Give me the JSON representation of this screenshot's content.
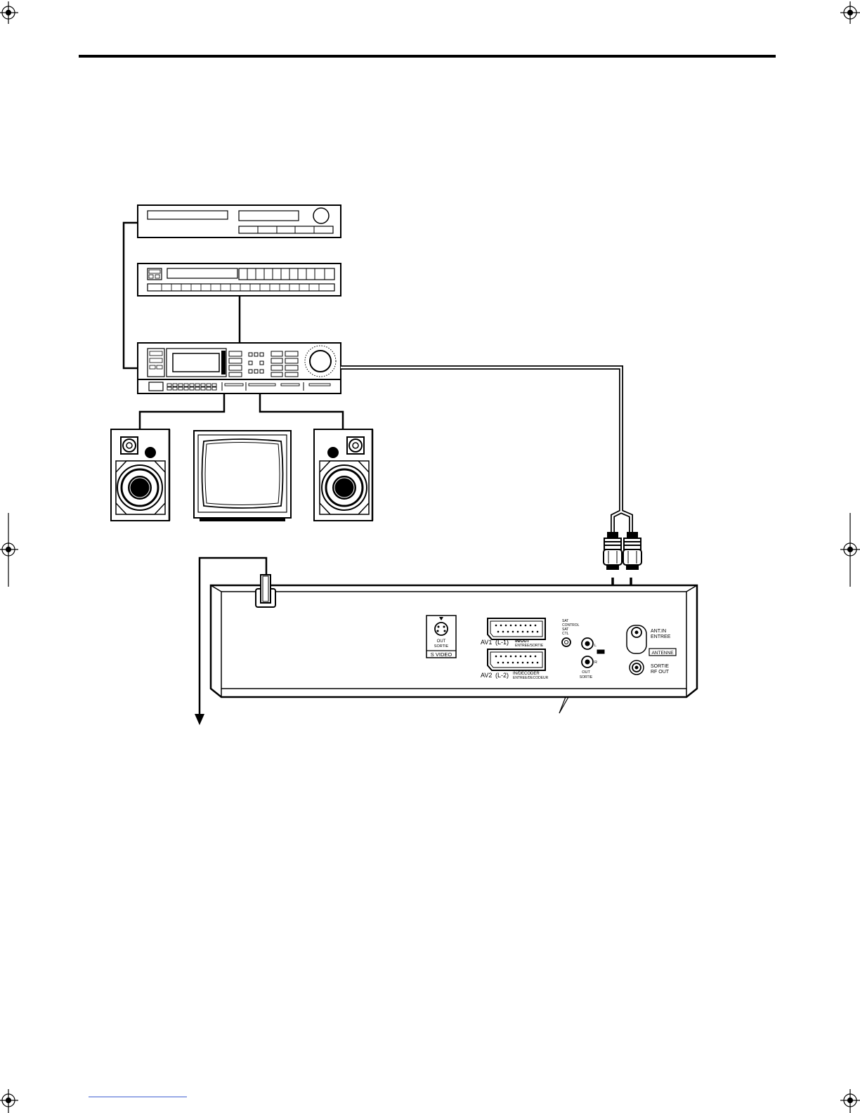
{
  "vcr_panel": {
    "svideo": {
      "out": "OUT",
      "sortie": "SORTIE",
      "label": "S VIDEO"
    },
    "av1": {
      "name": "AV1",
      "code": "(L-1)",
      "dir": "IN/OUT",
      "dir_fr": "ENTREE/SORTIE"
    },
    "av2": {
      "name": "AV2",
      "code": "(L-2)",
      "dir": "IN/DECODER",
      "dir_fr": "ENTREE/DECODEUR"
    },
    "sat": {
      "line1": "SAT",
      "line2": "CONTROL",
      "line3": "SAT",
      "line4": "CTL"
    },
    "audio": {
      "left": "L",
      "right": "R",
      "out": "OUT",
      "sortie": "SORTIE"
    },
    "antenna": {
      "ant_in": "ANT.IN",
      "entree": "ENTREE",
      "section": "ANTENNE",
      "sortie": "SORTIE",
      "rf_out": "RF OUT"
    }
  },
  "colors": {
    "ink": "#000000",
    "paper": "#ffffff",
    "footer_link": "#3355cc"
  }
}
